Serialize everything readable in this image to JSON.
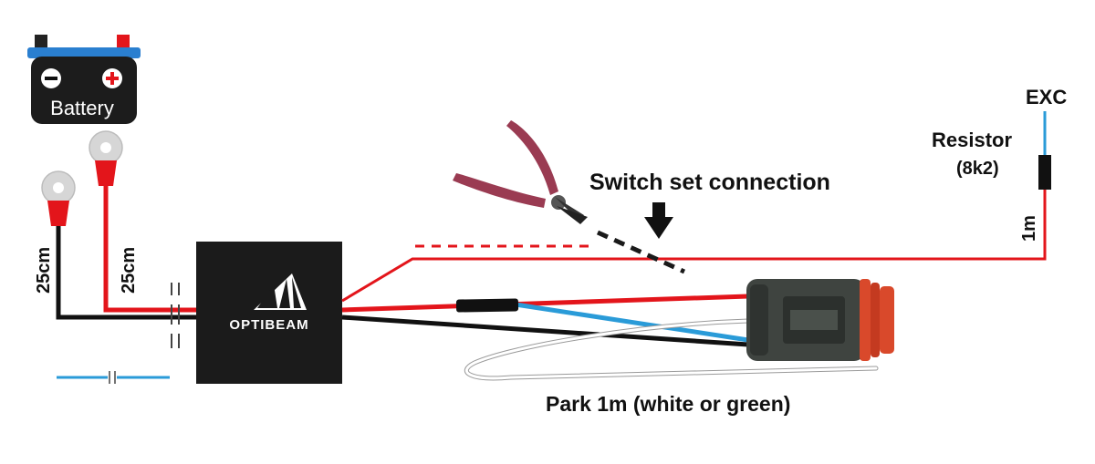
{
  "battery": {
    "label": "Battery",
    "negative_symbol": "−",
    "positive_symbol": "+"
  },
  "cable_lengths": {
    "negative_lead": "25cm",
    "positive_lead": "25cm",
    "resistor_lead": "1m"
  },
  "module": {
    "brand": "OPTIBEAM"
  },
  "annotations": {
    "switch_connection": "Switch set connection",
    "park_wire": "Park 1m (white or green)",
    "resistor_title": "Resistor",
    "resistor_value": "(8k2)",
    "exc": "EXC"
  },
  "colors": {
    "red_wire": "#e3151b",
    "black_wire": "#111111",
    "blue_wire": "#2a9bd8",
    "connector_body": "#3f4440",
    "connector_seal": "#d9492b",
    "pliers_handle": "#9a3b52"
  },
  "icons": [
    "battery-icon",
    "ring-terminal-icon",
    "pliers-icon",
    "arrow-down-icon",
    "connector-plug-icon",
    "optibeam-logo-icon"
  ]
}
